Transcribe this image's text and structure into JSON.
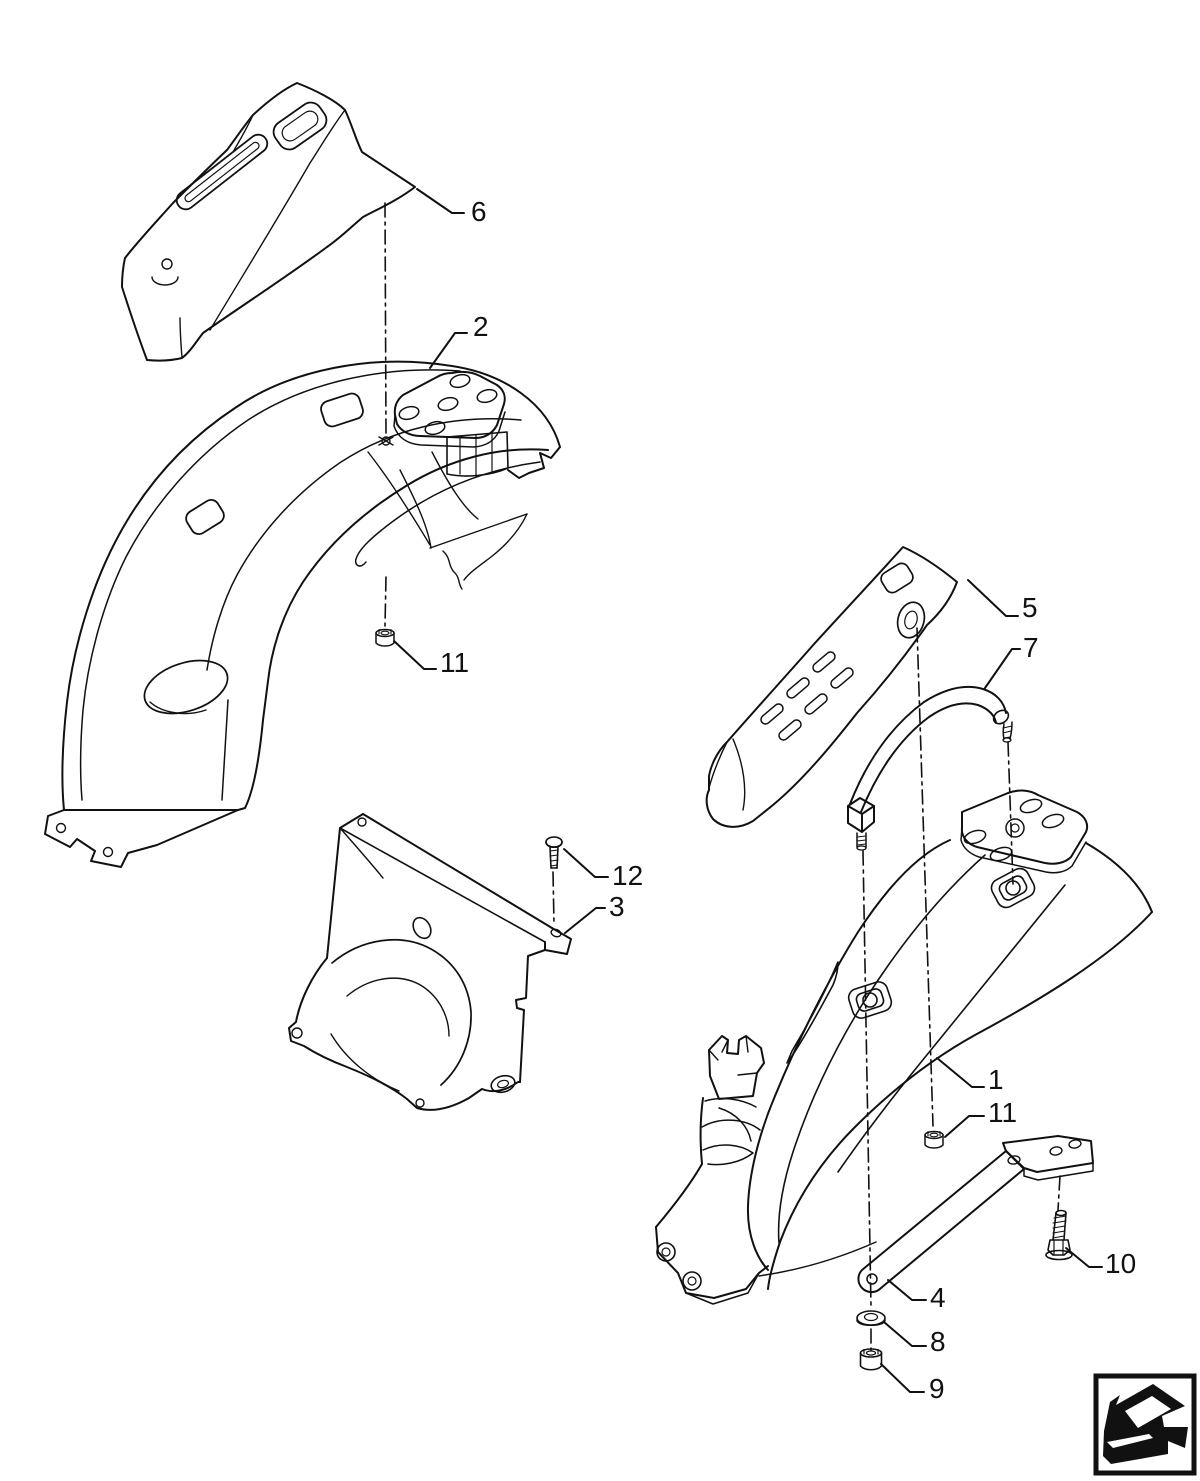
{
  "diagram": {
    "background_color": "#ffffff",
    "line_color": "#111111",
    "style": "exploded-parts-line-drawing"
  },
  "callouts": {
    "c1": {
      "label": "1"
    },
    "c2": {
      "label": "2"
    },
    "c3": {
      "label": "3"
    },
    "c4": {
      "label": "4"
    },
    "c5": {
      "label": "5"
    },
    "c6": {
      "label": "6"
    },
    "c7": {
      "label": "7"
    },
    "c8": {
      "label": "8"
    },
    "c9": {
      "label": "9"
    },
    "c10": {
      "label": "10"
    },
    "c11a": {
      "label": "11"
    },
    "c11b": {
      "label": "11"
    },
    "c12": {
      "label": "12"
    }
  },
  "icons": {
    "corner": "back-arrow-icon"
  }
}
